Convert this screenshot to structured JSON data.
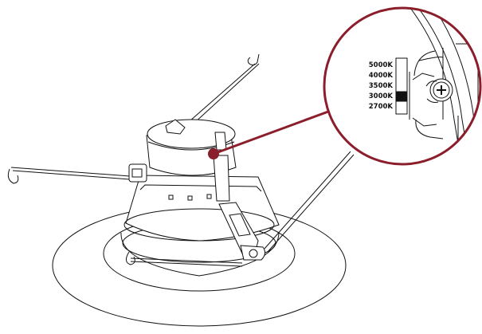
{
  "callout": {
    "accent_color": "#8B1E2B",
    "cct_labels": [
      "5000K",
      "4000K",
      "3500K",
      "3000K",
      "2700K"
    ],
    "selected_cct": "3000K"
  }
}
